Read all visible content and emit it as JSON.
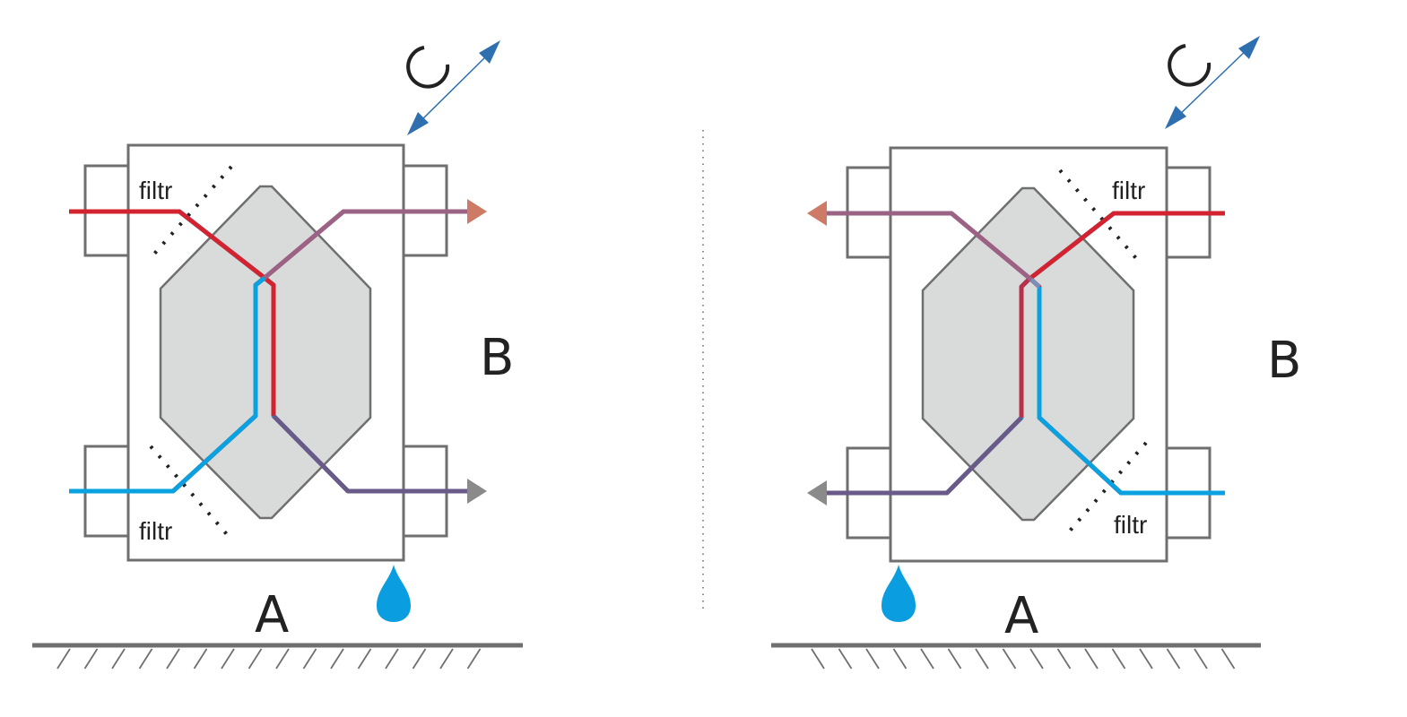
{
  "colors": {
    "hot": "#d42330",
    "cold": "#0aa1e0",
    "warm_exhaust": "#a0627f",
    "cool_exhaust": "#5e5a8a",
    "frame": "#6f6f6f",
    "core": "#d9dada",
    "drop": "#0a9ee0",
    "double_arrow": "#2e6fb0",
    "arrow_warm": "#cd7b66",
    "arrow_gray": "#8a8a8a"
  },
  "icons": {
    "rotate": "rotate-icon",
    "double_arrow": "double-arrow-icon",
    "drop": "water-drop-icon",
    "ground": "ground-hatch"
  },
  "panels": [
    {
      "label_a": "A",
      "label_b": "B",
      "filter_top": "filtr",
      "filter_bottom": "filtr"
    },
    {
      "label_a": "A",
      "label_b": "B",
      "filter_top": "filtr",
      "filter_bottom": "filtr"
    }
  ]
}
